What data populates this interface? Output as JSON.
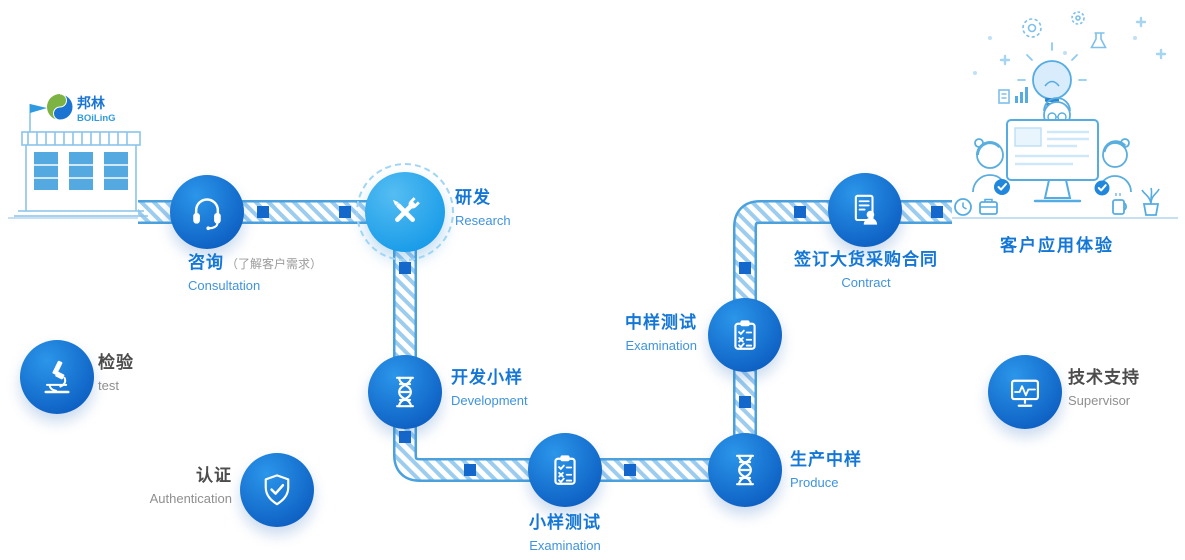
{
  "logo": {
    "name_cn": "邦林",
    "name_en": "BOiLinG"
  },
  "flow": {
    "consultation": {
      "title": "咨询",
      "note": "（了解客户需求）",
      "subtitle": "Consultation"
    },
    "research": {
      "title": "研发",
      "subtitle": "Research"
    },
    "development": {
      "title": "开发小样",
      "subtitle": "Development"
    },
    "sample_test": {
      "title": "小样测试",
      "subtitle": "Examination"
    },
    "produce": {
      "title": "生产中样",
      "subtitle": "Produce"
    },
    "mid_test": {
      "title": "中样测试",
      "subtitle": "Examination"
    },
    "contract": {
      "title": "签订大货采购合同",
      "subtitle": "Contract"
    },
    "experience": {
      "title": "客户应用体验"
    }
  },
  "aside": {
    "inspection": {
      "title": "检验",
      "subtitle": "test"
    },
    "authentication": {
      "title": "认证",
      "subtitle": "Authentication"
    },
    "support": {
      "title": "技术支持",
      "subtitle": "Supervisor"
    }
  },
  "icons": {
    "consultation": "headset-icon",
    "research": "tools-icon",
    "development": "dna-icon",
    "sample_test": "checklist-icon",
    "produce": "dna-icon",
    "mid_test": "checklist-icon",
    "contract": "contract-icon",
    "inspection": "microscope-icon",
    "authentication": "shield-check-icon",
    "support": "monitor-pulse-icon"
  },
  "colors": {
    "accent_blue": "#1477d6",
    "node_gradient_light": "#2b96ea",
    "node_gradient_dark": "#0d5fc2",
    "active_node_light": "#55bdf2",
    "road_edge": "#4aa1de",
    "road_stripe": "#9ccdef",
    "marker_square": "#1568cb",
    "text_dark": "#4c4c4c",
    "text_gray": "#8f8f8f",
    "logo_green": "#7cb342"
  }
}
